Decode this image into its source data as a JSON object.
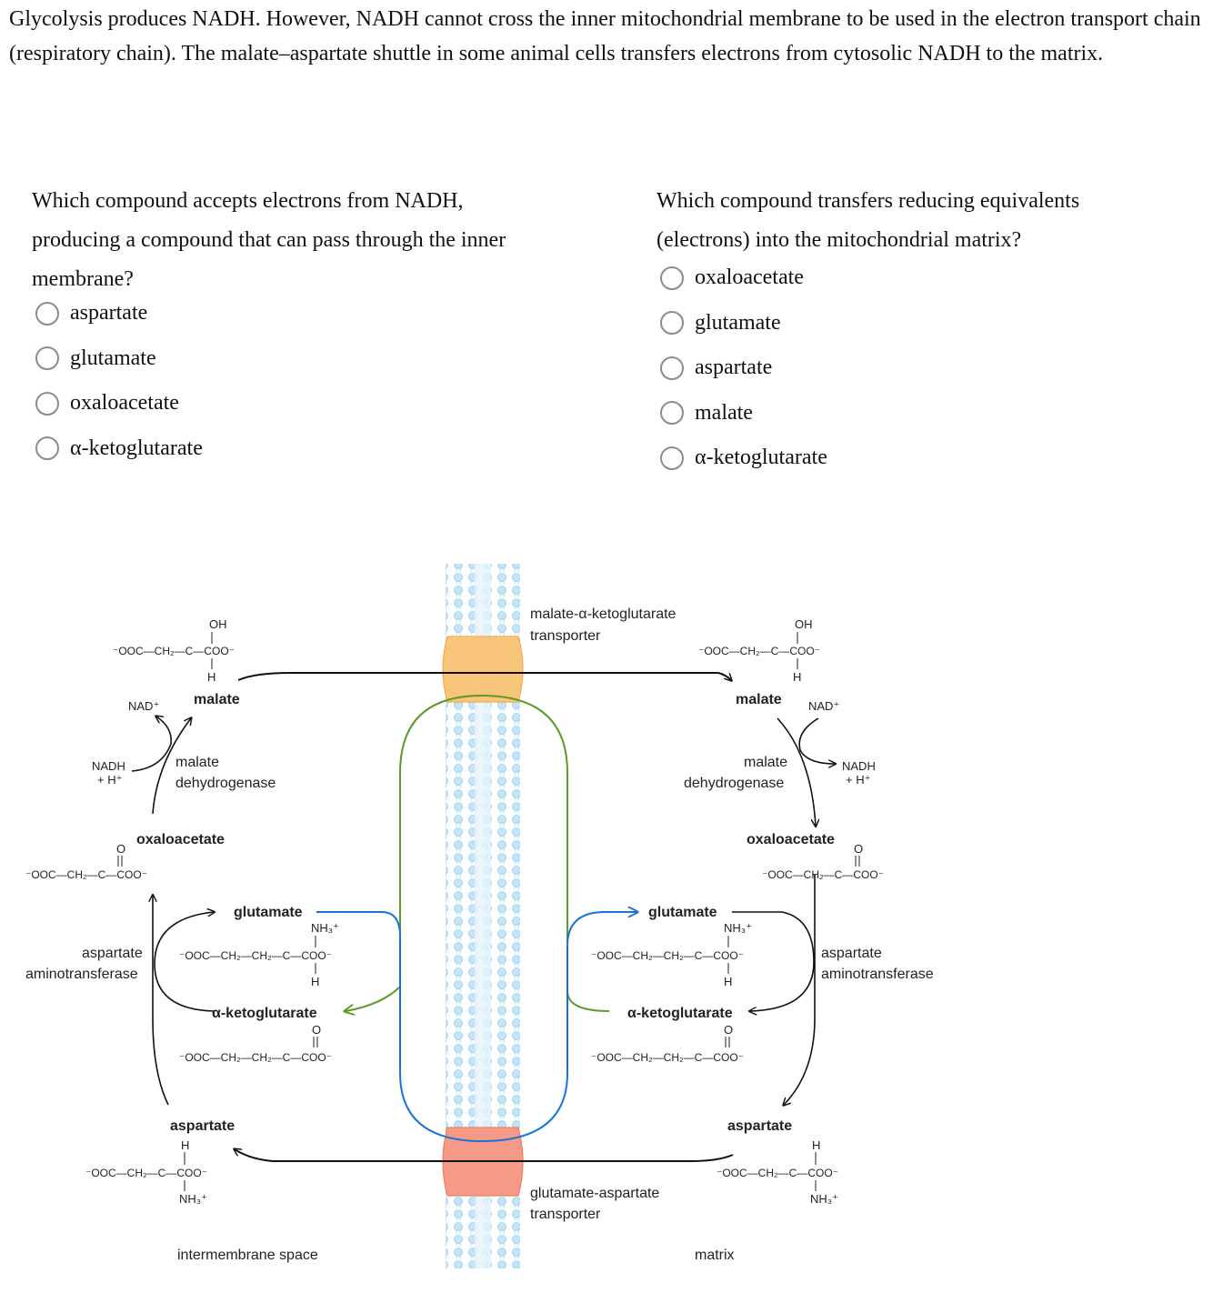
{
  "intro": "Glycolysis produces NADH. However, NADH cannot cross the inner mitochondrial membrane to be used in the electron transport chain (respiratory chain). The malate–aspartate shuttle in some animal cells transfers electrons from cytosolic NADH to the matrix.",
  "question1": {
    "prompt": "Which compound accepts electrons from NADH, producing a compound that can pass through the inner membrane?",
    "options": [
      "aspartate",
      "glutamate",
      "oxaloacetate",
      "α-ketoglutarate"
    ]
  },
  "question2": {
    "prompt": "Which compound transfers reducing equivalents (electrons) into the mitochondrial matrix?",
    "options": [
      "oxaloacetate",
      "glutamate",
      "aspartate",
      "malate",
      "α-ketoglutarate"
    ]
  },
  "diagram": {
    "transporter_top": "malate-α-ketoglutarate transporter",
    "transporter_top_line1": "malate-α-ketoglutarate",
    "transporter_top_line2": "transporter",
    "transporter_bottom_line1": "glutamate-aspartate",
    "transporter_bottom_line2": "transporter",
    "region_left": "intermembrane space",
    "region_right": "matrix",
    "left": {
      "malate": "malate",
      "malate_formula": "⁻OOC—CH₂—C—COO⁻",
      "oh": "OH",
      "h": "H",
      "nad": "NAD⁺",
      "nadh": "NADH",
      "hplus": "+ H⁺",
      "enzyme1_line1": "malate",
      "enzyme1_line2": "dehydrogenase",
      "oxaloacetate": "oxaloacetate",
      "oxaloacetate_formula": "⁻OOC—CH₂—C—COO⁻",
      "o": "O",
      "glutamate": "glutamate",
      "glutamate_formula": "⁻OOC—CH₂—CH₂—C—COO⁻",
      "nh3": "NH₃⁺",
      "enzyme2_line1": "aspartate",
      "enzyme2_line2": "aminotransferase",
      "akg": "α-ketoglutarate",
      "akg_formula": "⁻OOC—CH₂—CH₂—C—COO⁻",
      "aspartate": "aspartate",
      "aspartate_formula": "⁻OOC—CH₂—C—COO⁻"
    },
    "right": {
      "malate": "malate",
      "malate_formula": "⁻OOC—CH₂—C—COO⁻",
      "oh": "OH",
      "h": "H",
      "nad": "NAD⁺",
      "nadh": "NADH",
      "hplus": "+ H⁺",
      "enzyme1_line1": "malate",
      "enzyme1_line2": "dehydrogenase",
      "oxaloacetate": "oxaloacetate",
      "oxaloacetate_formula": "⁻OOC—CH₂—C—COO⁻",
      "o": "O",
      "glutamate": "glutamate",
      "glutamate_formula": "⁻OOC—CH₂—CH₂—C—COO⁻",
      "nh3": "NH₃⁺",
      "enzyme2_line1": "aspartate",
      "enzyme2_line2": "aminotransferase",
      "akg": "α-ketoglutarate",
      "akg_formula": "⁻OOC—CH₂—CH₂—C—COO⁻",
      "aspartate": "aspartate",
      "aspartate_formula": "⁻OOC—CH₂—C—COO⁻"
    },
    "colors": {
      "membrane": "#9ed3ee",
      "transporter_top": "#f8c57a",
      "transporter_bottom": "#f59a86",
      "green": "#5d9a2a",
      "blue": "#1a73d9",
      "black": "#111111"
    }
  }
}
